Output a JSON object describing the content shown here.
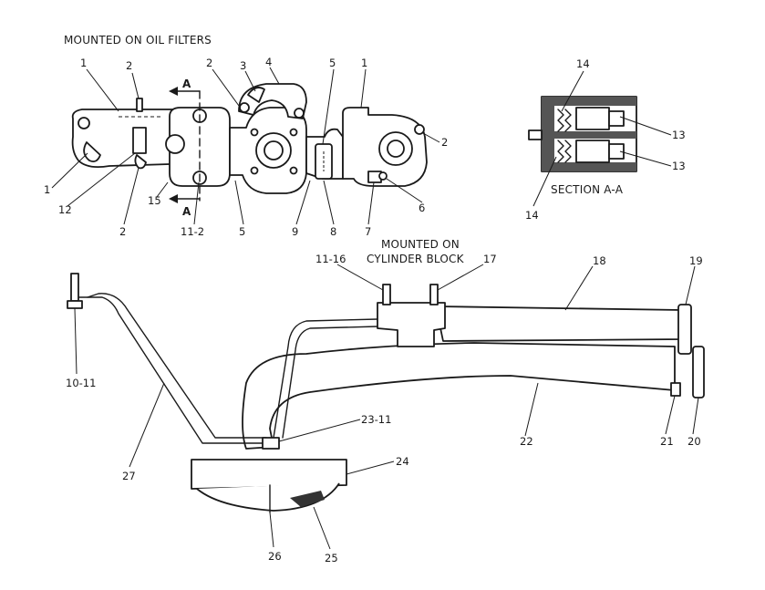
{
  "headers": {
    "oil_filters": "MOUNTED ON OIL FILTERS",
    "cylinder_block_line1": "MOUNTED ON",
    "cylinder_block_line2": "CYLINDER BLOCK",
    "section_title": "SECTION A-A"
  },
  "section_markers": {
    "top": "A",
    "bottom": "A"
  },
  "callouts": {
    "c1_a": "1",
    "c2_a": "2",
    "c2_b": "2",
    "c3": "3",
    "c4": "4",
    "c5_a": "5",
    "c1_b": "1",
    "c2_c": "2",
    "c1_c": "1",
    "c12": "12",
    "c2_d": "2",
    "c15": "15",
    "c11_2": "11-2",
    "c5_b": "5",
    "c9": "9",
    "c8": "8",
    "c7": "7",
    "c6": "6",
    "c14_a": "14",
    "c13_a": "13",
    "c13_b": "13",
    "c14_b": "14",
    "c11_16": "11-16",
    "c17": "17",
    "c18": "18",
    "c19": "19",
    "c10_11": "10-11",
    "c23_11": "23-11",
    "c24": "24",
    "c22": "22",
    "c21": "21",
    "c20": "20",
    "c27": "27",
    "c26": "26",
    "c25": "25"
  }
}
